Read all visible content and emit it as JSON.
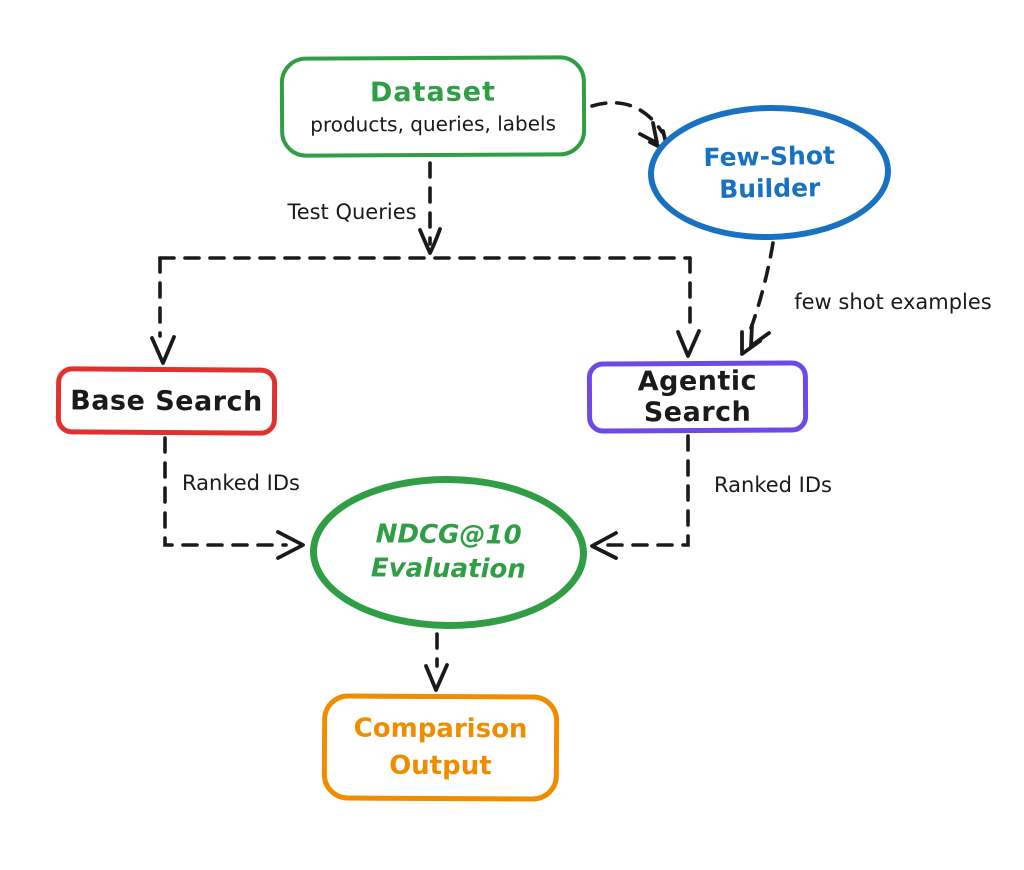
{
  "colors": {
    "green": "#2f9e44",
    "blue": "#1971c2",
    "red": "#e03131",
    "purple": "#7048e8",
    "orange": "#f08c00",
    "ink": "#1a1a1a"
  },
  "nodes": {
    "dataset": {
      "title": "Dataset",
      "subtitle": "products, queries, labels",
      "shape": "rounded-rectangle",
      "color": "#2f9e44"
    },
    "few_shot_builder": {
      "line1": "Few-Shot",
      "line2": "Builder",
      "shape": "ellipse",
      "color": "#1971c2"
    },
    "base_search": {
      "label": "Base Search",
      "shape": "rounded-rectangle",
      "color": "#e03131"
    },
    "agentic_search": {
      "label": "Agentic Search",
      "shape": "rounded-rectangle",
      "color": "#7048e8"
    },
    "ndcg_evaluation": {
      "line1": "NDCG@10",
      "line2": "Evaluation",
      "shape": "ellipse",
      "color": "#2f9e44"
    },
    "comparison_output": {
      "line1": "Comparison",
      "line2": "Output",
      "shape": "rounded-rectangle",
      "color": "#f08c00"
    }
  },
  "edges": {
    "dataset_to_few_shot_builder": {
      "label": "",
      "style": "dashed"
    },
    "dataset_to_split": {
      "label": "Test Queries",
      "style": "dashed"
    },
    "split_to_base_search": {
      "label": "",
      "style": "dashed"
    },
    "split_to_agentic_search": {
      "label": "",
      "style": "dashed"
    },
    "few_shot_builder_to_agentic_search": {
      "label": "few shot examples",
      "style": "dashed"
    },
    "base_search_to_ndcg": {
      "label": "Ranked IDs",
      "style": "dashed"
    },
    "agentic_search_to_ndcg": {
      "label": "Ranked IDs",
      "style": "dashed"
    },
    "ndcg_to_comparison_output": {
      "label": "",
      "style": "dashed"
    }
  }
}
